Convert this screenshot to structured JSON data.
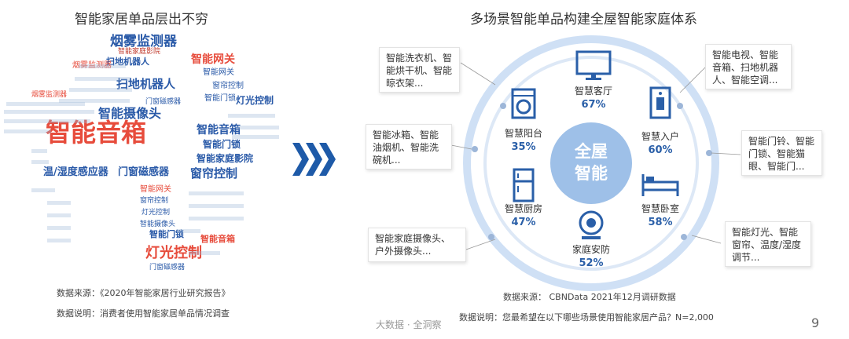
{
  "left": {
    "title": "智能家居单品层出不穷",
    "source": "数据来源：《2020年智能家居行业研究报告》",
    "note": "数据说明：消费者使用智能家居单品情况调查",
    "words": [
      {
        "text": "烟雾监测器",
        "size": 17,
        "color": "#2a5aa8",
        "bold": true
      },
      {
        "text": "智能家庭影院",
        "size": 9,
        "color": "#c0392b"
      },
      {
        "text": "扫地机器人",
        "size": 11,
        "color": "#2a5aa8",
        "bold": true
      },
      {
        "text": "烟雾监测器",
        "size": 10,
        "color": "#e74c3c"
      },
      {
        "text": "智能网关",
        "size": 14,
        "color": "#e74c3c",
        "bold": true
      },
      {
        "text": "智能网关",
        "size": 10,
        "color": "#2a5aa8"
      },
      {
        "text": "窗帘控制",
        "size": 10,
        "color": "#2a5aa8"
      },
      {
        "text": "智能门锁",
        "size": 10,
        "color": "#2a5aa8"
      },
      {
        "text": "扫地机器人",
        "size": 15,
        "color": "#2a5aa8",
        "bold": true
      },
      {
        "text": "灯光控制",
        "size": 12,
        "color": "#2a5aa8",
        "bold": true
      },
      {
        "text": "烟雾监测器",
        "size": 9,
        "color": "#e74c3c"
      },
      {
        "text": "门窗磁感器",
        "size": 9,
        "color": "#2a5aa8"
      },
      {
        "text": "智能摄像头",
        "size": 16,
        "color": "#2a5aa8",
        "bold": true
      },
      {
        "text": "智能音箱",
        "size": 14,
        "color": "#2a5aa8",
        "bold": true
      },
      {
        "text": "智能音箱",
        "size": 32,
        "color": "#e74c3c",
        "bold": true
      },
      {
        "text": "智能门锁",
        "size": 12,
        "color": "#2a5aa8",
        "bold": true
      },
      {
        "text": "智能家庭影院",
        "size": 12,
        "color": "#2a5aa8",
        "bold": true
      },
      {
        "text": "温/湿度感应器",
        "size": 13,
        "color": "#2a5aa8",
        "bold": true
      },
      {
        "text": "门窗磁感器",
        "size": 13,
        "color": "#2a5aa8",
        "bold": true
      },
      {
        "text": "窗帘控制",
        "size": 15,
        "color": "#2a5aa8",
        "bold": true
      },
      {
        "text": "智能网关",
        "size": 10,
        "color": "#e74c3c"
      },
      {
        "text": "窗帘控制",
        "size": 9,
        "color": "#2a5aa8"
      },
      {
        "text": "灯光控制",
        "size": 9,
        "color": "#2a5aa8"
      },
      {
        "text": "智能摄像头",
        "size": 9,
        "color": "#2a5aa8"
      },
      {
        "text": "智能门锁",
        "size": 11,
        "color": "#2a5aa8",
        "bold": true
      },
      {
        "text": "智能音箱",
        "size": 11,
        "color": "#e74c3c",
        "bold": true
      },
      {
        "text": "灯光控制",
        "size": 18,
        "color": "#e74c3c",
        "bold": true
      },
      {
        "text": "门窗磁感器",
        "size": 9,
        "color": "#2a5aa8"
      }
    ]
  },
  "arrow_icon": "triple-chevron-right",
  "right": {
    "title": "多场景智能单品构建全屋智能家庭体系",
    "center_label_1": "全屋",
    "center_label_2": "智能",
    "colors": {
      "accent": "#2a5fa8",
      "ring": "#cfe0f5",
      "center": "#9ec0e8"
    },
    "scenes": [
      {
        "name": "智慧客厅",
        "pct": "67%",
        "icon": "tv-icon"
      },
      {
        "name": "智慧入户",
        "pct": "60%",
        "icon": "door-icon"
      },
      {
        "name": "智慧卧室",
        "pct": "58%",
        "icon": "bed-icon"
      },
      {
        "name": "家庭安防",
        "pct": "52%",
        "icon": "webcam-icon"
      },
      {
        "name": "智慧厨房",
        "pct": "47%",
        "icon": "fridge-icon"
      },
      {
        "name": "智慧阳台",
        "pct": "35%",
        "icon": "washer-icon"
      }
    ],
    "callouts": {
      "top_left": "智能洗衣机、智能烘干机、智能晾衣架...",
      "mid_left": "智能冰箱、智能油烟机、智能洗碗机...",
      "bottom_left": "智能家庭摄像头、户外摄像头...",
      "top_right": "智能电视、智能音箱、扫地机器人、智能空调...",
      "mid_right": "智能门铃、智能门锁、智能猫眼、智能门...",
      "bottom_right": "智能灯光、智能窗帘、温度/湿度调节..."
    },
    "source": "数据来源： CBNData 2021年12月调研数据",
    "note": "数据说明：您最希望在以下哪些场景使用智能家居产品？N=2,000"
  },
  "chart_data": {
    "type": "bar",
    "title": "多场景智能单品构建全屋智能家庭体系",
    "categories": [
      "智慧客厅",
      "智慧入户",
      "智慧卧室",
      "家庭安防",
      "智慧厨房",
      "智慧阳台"
    ],
    "values": [
      67,
      60,
      58,
      52,
      47,
      35
    ],
    "unit": "%"
  },
  "footer": {
    "brand": "大数据 · 全洞察",
    "page": "9"
  }
}
